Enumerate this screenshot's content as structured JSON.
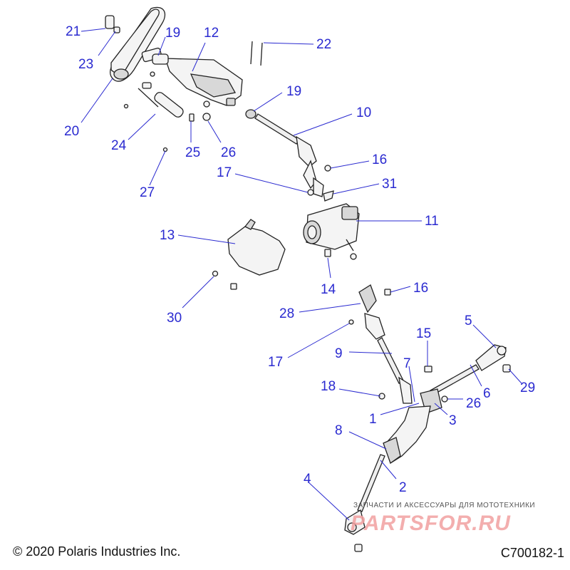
{
  "diagram": {
    "callouts": [
      {
        "id": "c21a",
        "text": "21"
      },
      {
        "id": "c19a",
        "text": "19"
      },
      {
        "id": "c12",
        "text": "12"
      },
      {
        "id": "c22",
        "text": "22"
      },
      {
        "id": "c23",
        "text": "23"
      },
      {
        "id": "c19b",
        "text": "19"
      },
      {
        "id": "c10",
        "text": "10"
      },
      {
        "id": "c20",
        "text": "20"
      },
      {
        "id": "c24",
        "text": "24"
      },
      {
        "id": "c25",
        "text": "25"
      },
      {
        "id": "c26a",
        "text": "26"
      },
      {
        "id": "c16a",
        "text": "16"
      },
      {
        "id": "c17a",
        "text": "17"
      },
      {
        "id": "c31",
        "text": "31"
      },
      {
        "id": "c27",
        "text": "27"
      },
      {
        "id": "c13",
        "text": "13"
      },
      {
        "id": "c11",
        "text": "11"
      },
      {
        "id": "c14",
        "text": "14"
      },
      {
        "id": "c16b",
        "text": "16"
      },
      {
        "id": "c30",
        "text": "30"
      },
      {
        "id": "c28",
        "text": "28"
      },
      {
        "id": "c5",
        "text": "5"
      },
      {
        "id": "c15",
        "text": "15"
      },
      {
        "id": "c9",
        "text": "9"
      },
      {
        "id": "c17b",
        "text": "17"
      },
      {
        "id": "c7",
        "text": "7"
      },
      {
        "id": "c29",
        "text": "29"
      },
      {
        "id": "c6",
        "text": "6"
      },
      {
        "id": "c18",
        "text": "18"
      },
      {
        "id": "c26b",
        "text": "26"
      },
      {
        "id": "c1",
        "text": "1"
      },
      {
        "id": "c3",
        "text": "3"
      },
      {
        "id": "c8",
        "text": "8"
      },
      {
        "id": "c2",
        "text": "2"
      },
      {
        "id": "c4",
        "text": "4"
      }
    ]
  },
  "footer": {
    "copyright": "© 2020 Polaris Industries Inc.",
    "drawing_number": "C700182-1"
  },
  "watermark": {
    "tagline": "ЗАПЧАСТИ И АКСЕССУАРЫ ДЛЯ МОТОТЕХНИКИ",
    "logo_text": "PARTSFOR.RU"
  },
  "colors": {
    "callout": "#2a2ad0",
    "line": "#222222",
    "watermark": "#f2a0a0"
  }
}
